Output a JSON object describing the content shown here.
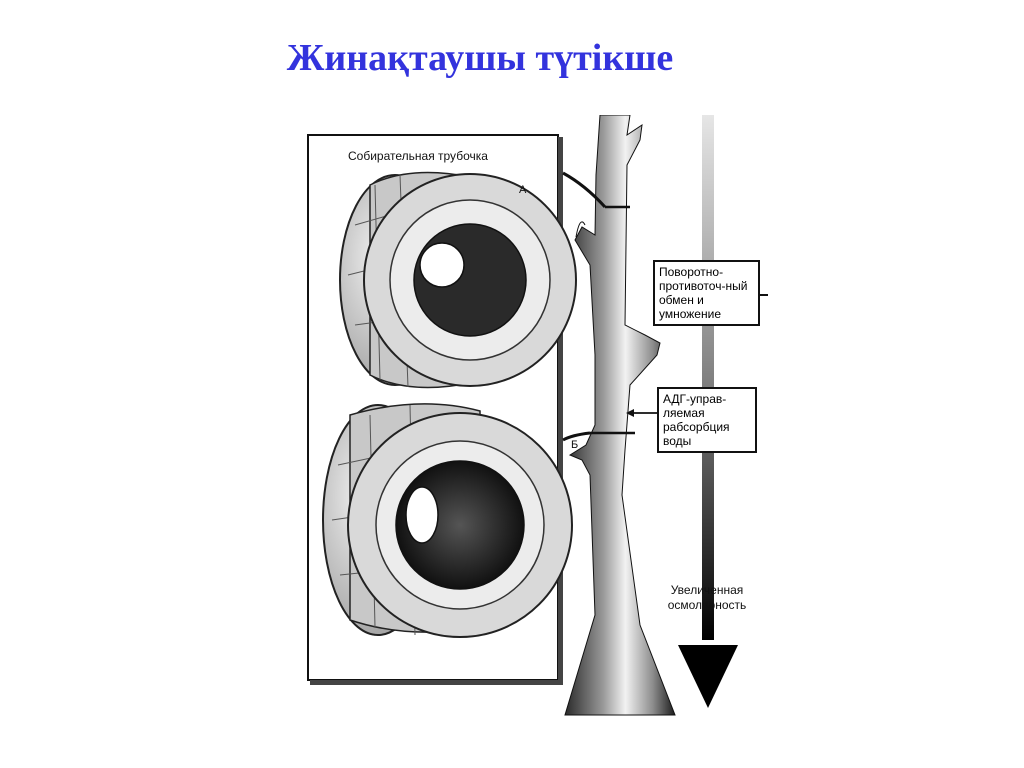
{
  "slide": {
    "title": "Жинақтаушы түтікше"
  },
  "figure": {
    "panel_caption": "Собирательная трубочка",
    "label_a": "А",
    "label_b": "Б",
    "box_countercurrent": "Поворотно-противоточ-ный обмен и умножение",
    "box_adh": "АДГ-управ-ляемая рабсорбция воды",
    "gradient_caption": "Увеличенная осмолярность"
  },
  "colors": {
    "title": "#3333dd",
    "line": "#111111"
  }
}
